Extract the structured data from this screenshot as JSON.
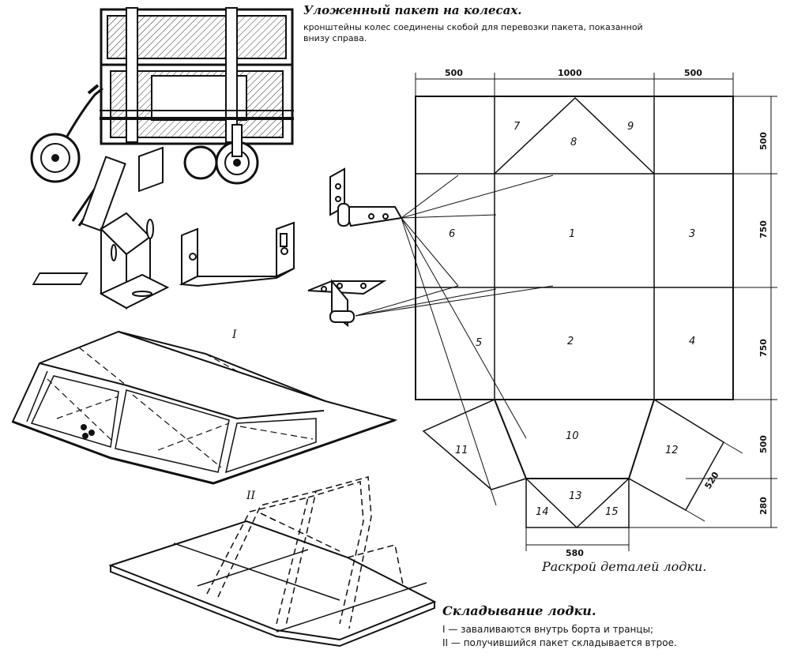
{
  "captions": {
    "package_title": "Уложенный пакет на колесах.",
    "package_line1": "кронштейны колес соединены скобой для перевозки пакета, показанной",
    "package_line2": "внизу справа.",
    "pattern_title": "Раскрой деталей лодки.",
    "folding_title": "Складывание лодки.",
    "folding_item1": "I — заваливаются внутрь борта и транцы;",
    "folding_item2": "II — получившийся пакет складывается втрое."
  },
  "roman_labels": {
    "one": "I",
    "two": "II"
  },
  "panel_labels": [
    "1",
    "2",
    "3",
    "4",
    "5",
    "6",
    "7",
    "8",
    "9",
    "10",
    "11",
    "12",
    "13",
    "14",
    "15"
  ],
  "dimensions": {
    "top_left": "500",
    "top_mid": "1000",
    "top_right": "500",
    "right_1": "500",
    "right_2": "750",
    "right_3": "750",
    "right_4": "500",
    "right_5": "280",
    "bottom": "580",
    "diagonal": "520"
  },
  "colors": {
    "ink": "#111111",
    "paper": "#ffffff",
    "hatch": "#333333"
  }
}
